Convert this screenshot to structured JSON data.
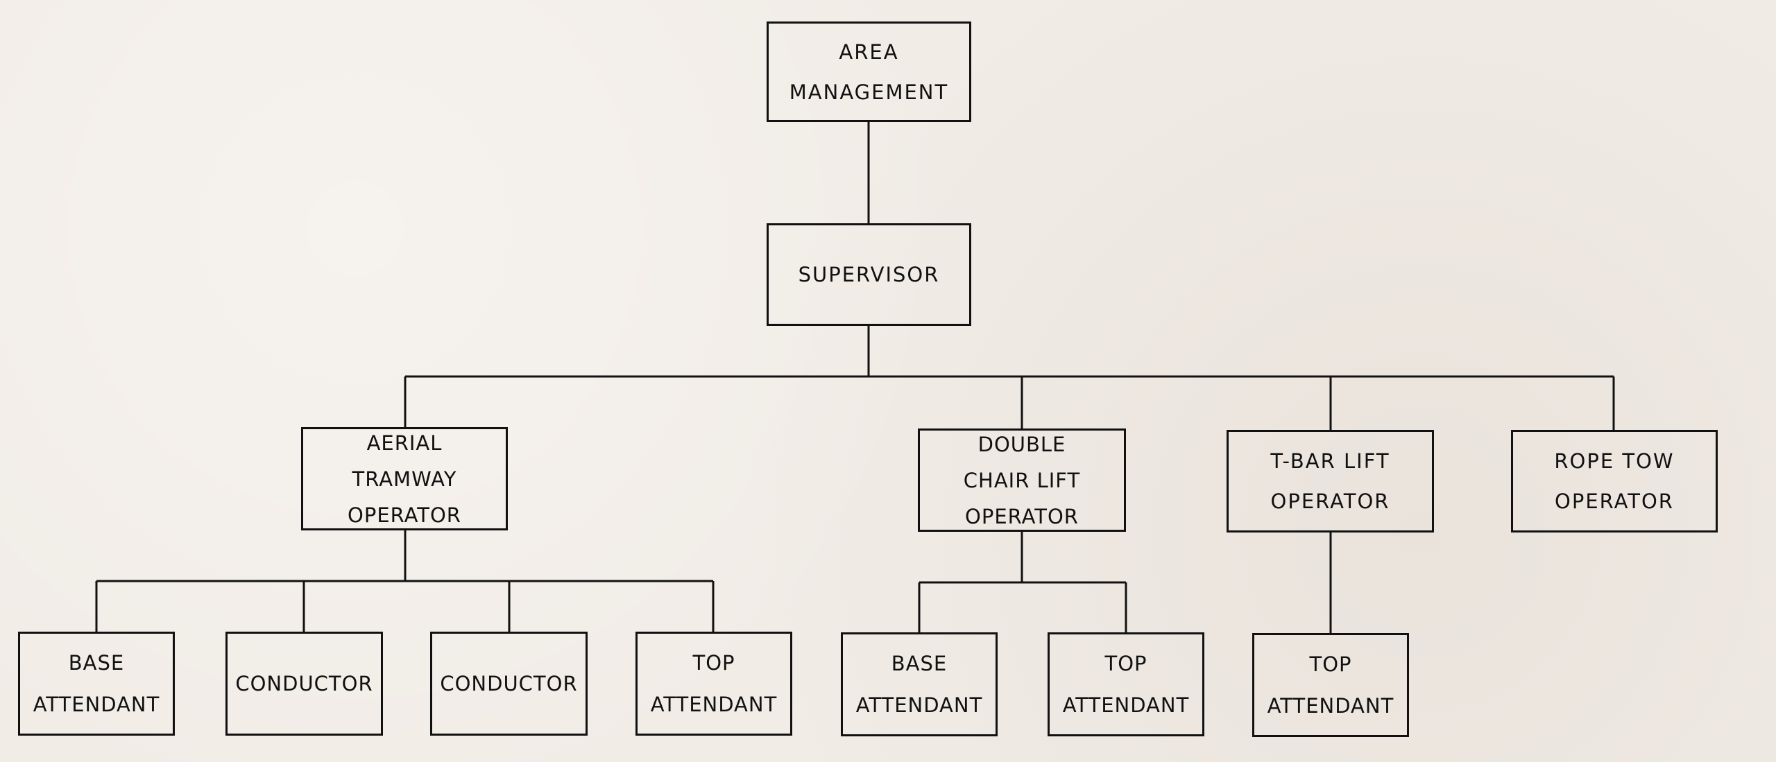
{
  "nodes": {
    "area_management": "AREA\nMANAGEMENT",
    "supervisor": "SUPERVISOR",
    "aerial_tramway_operator": "AERIAL\nTRAMWAY\nOPERATOR",
    "double_chair_lift_operator": "DOUBLE\nCHAIR LIFT\nOPERATOR",
    "t_bar_lift_operator": "T-BAR LIFT\nOPERATOR",
    "rope_tow_operator": "ROPE TOW\nOPERATOR",
    "tram_base_attendant": "BASE\nATTENDANT",
    "tram_conductor_1": "CONDUCTOR",
    "tram_conductor_2": "CONDUCTOR",
    "tram_top_attendant": "TOP\nATTENDANT",
    "chair_base_attendant": "BASE\nATTENDANT",
    "chair_top_attendant": "TOP\nATTENDANT",
    "tbar_top_attendant": "TOP\nATTENDANT"
  },
  "colors": {
    "paper": "#f1ece6",
    "ink": "#111111"
  }
}
